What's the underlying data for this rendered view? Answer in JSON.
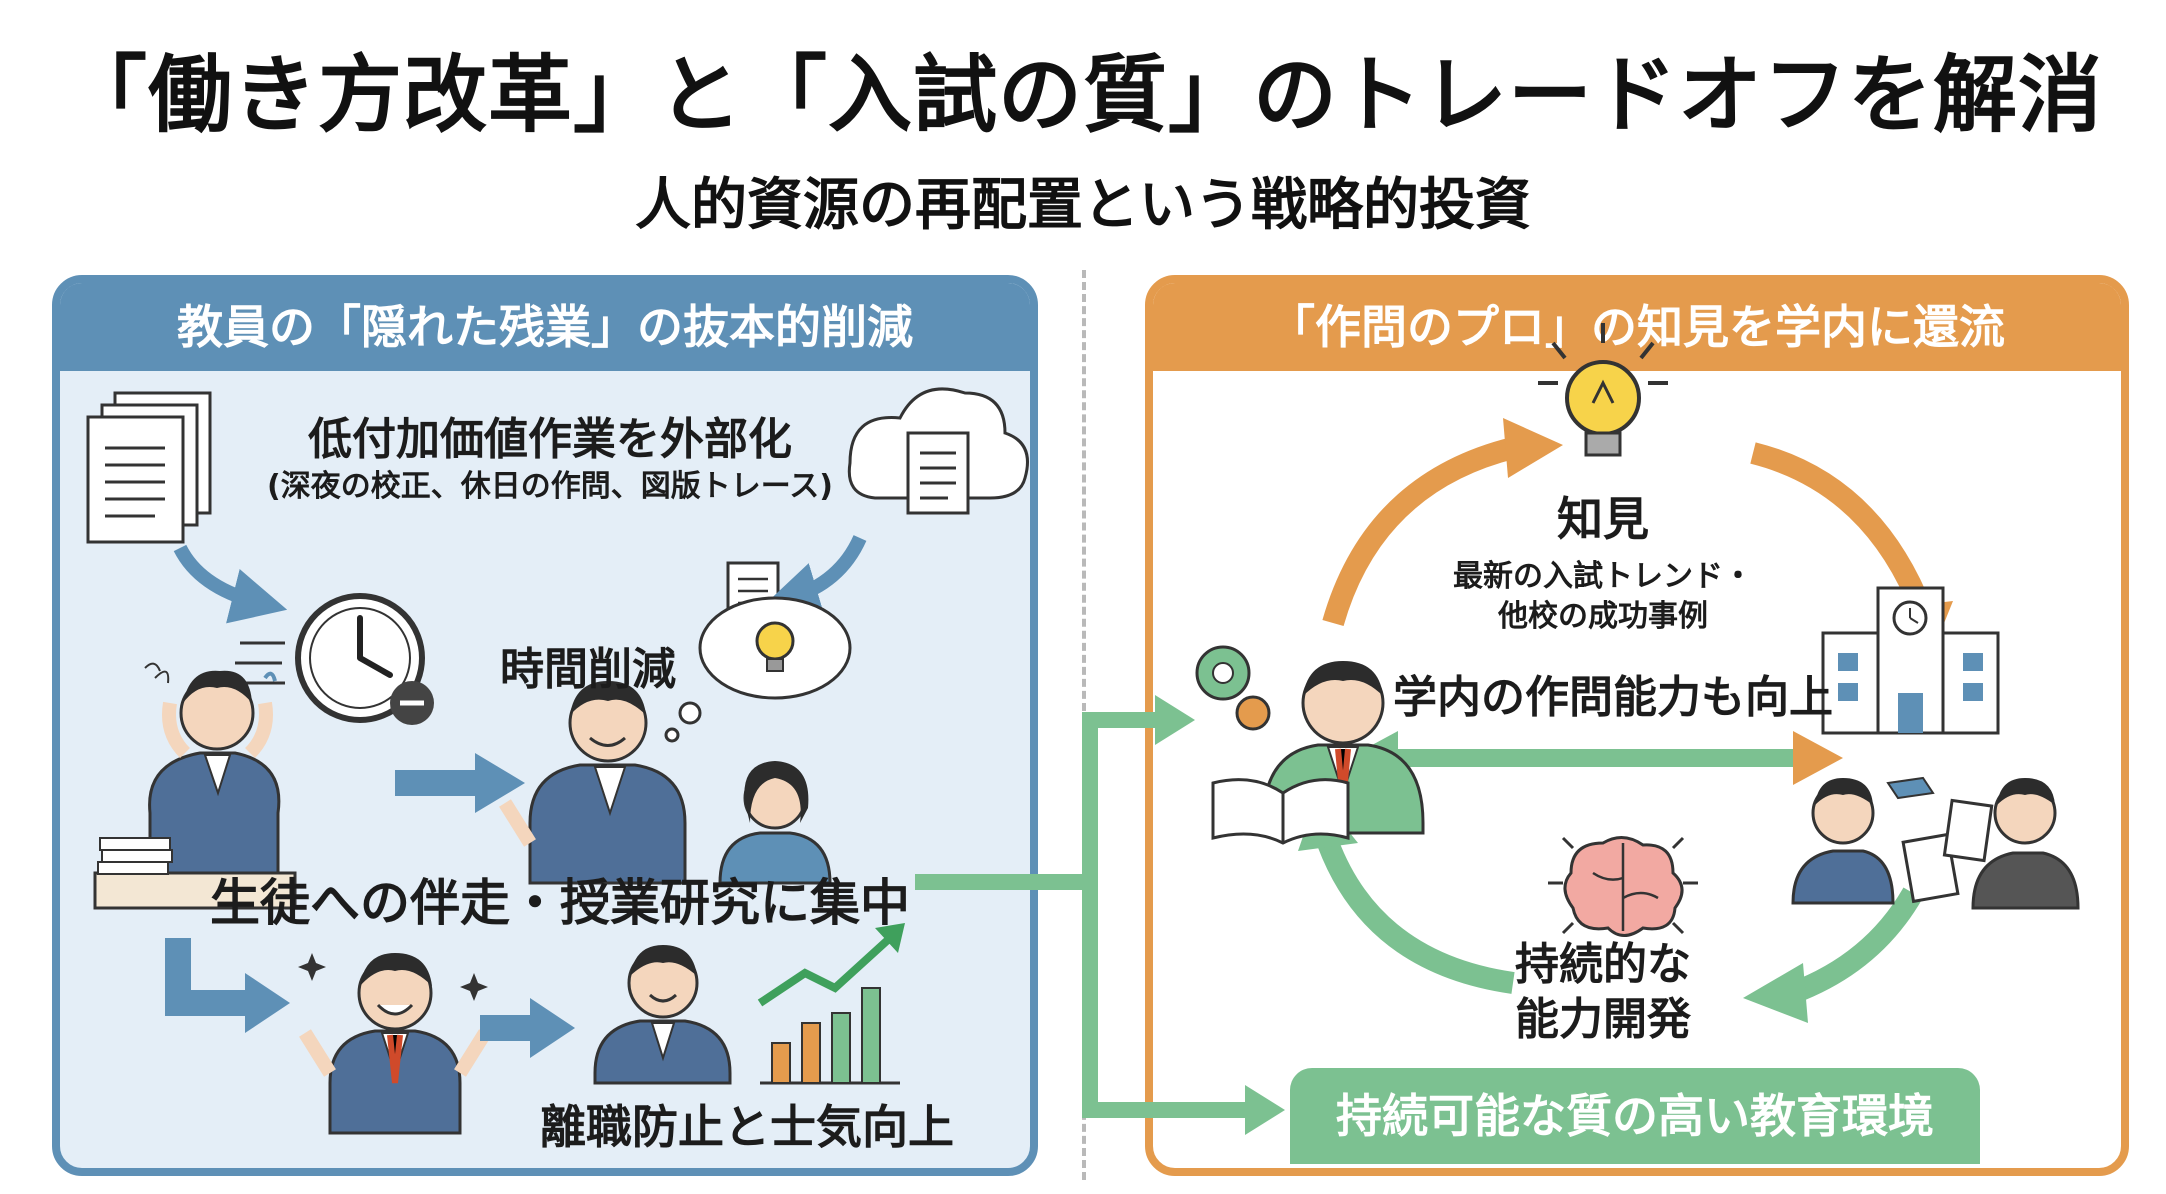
{
  "title": "「働き方改革」と「入試の質」のトレードオフを解消",
  "subtitle": "人的資源の再配置という戦略的投資",
  "left_panel": {
    "header": "教員の「隠れた残業」の抜本的削減",
    "outsource_title": "低付加価値作業を外部化",
    "outsource_detail": "(深夜の校正、休日の作問、図版トレース)",
    "time_reduction": "時間削減",
    "focus": "生徒への伴走・授業研究に集中",
    "morale": "離職防止と士気向上"
  },
  "right_panel": {
    "header": "「作問のプロ」の知見を学内に還流",
    "knowledge_title": "知見",
    "knowledge_detail_1": "最新の入試トレンド・",
    "knowledge_detail_2": "他校の成功事例",
    "ability_up": "学内の作問能力も向上",
    "development_1": "持続的な",
    "development_2": "能力開発",
    "result": "持続可能な質の高い教育環境"
  },
  "colors": {
    "blue": "#5e90b6",
    "orange": "#e49b4d",
    "green": "#7cc191",
    "blue_bg": "#e4eef7"
  }
}
